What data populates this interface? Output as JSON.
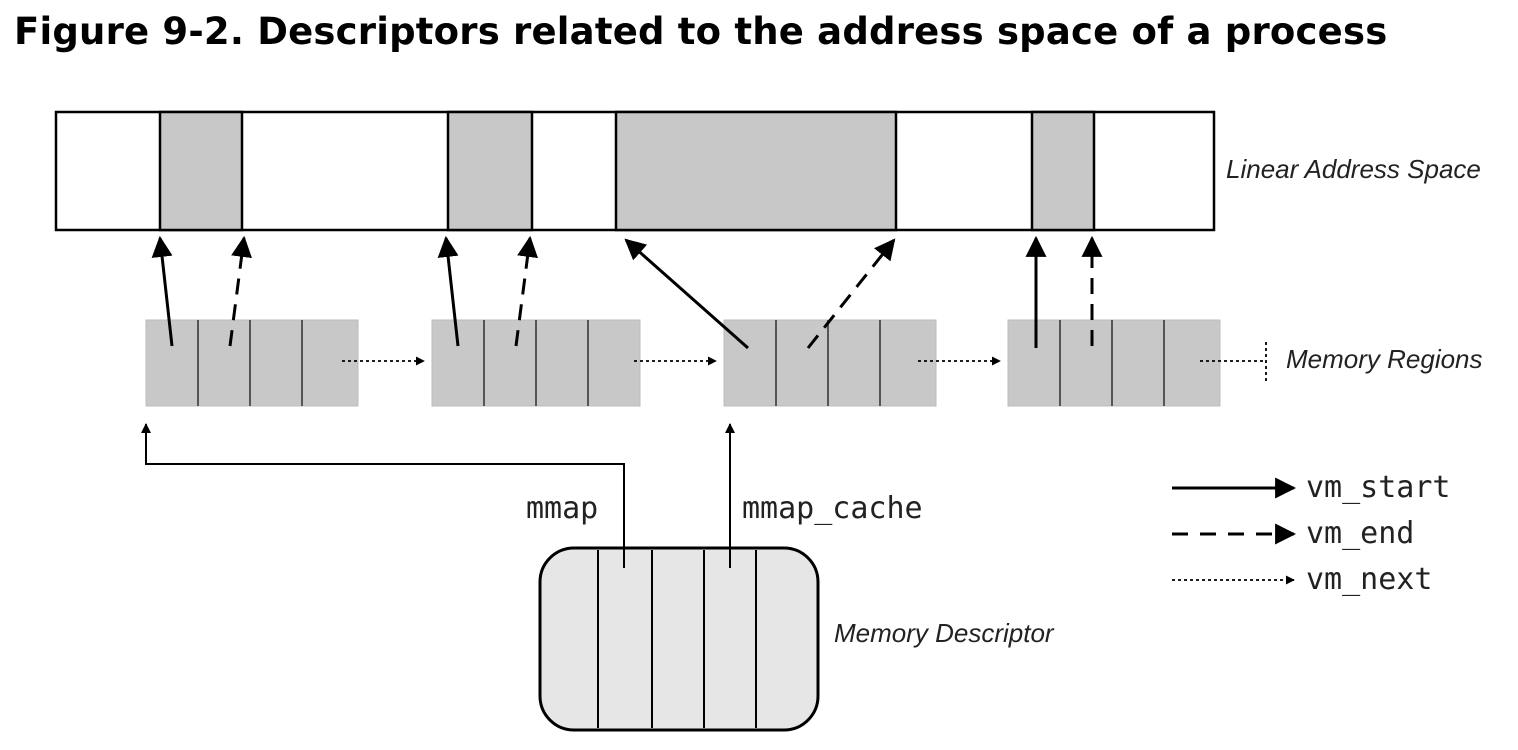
{
  "figure": {
    "title": "Figure 9-2. Descriptors related to the address space of a process"
  },
  "labels": {
    "linear_address_space": "Linear Address Space",
    "memory_regions": "Memory Regions",
    "memory_descriptor": "Memory Descriptor",
    "mmap": "mmap",
    "mmap_cache": "mmap_cache"
  },
  "legend": {
    "vm_start": "vm_start",
    "vm_end": "vm_end",
    "vm_next": "vm_next"
  },
  "colors": {
    "region_fill": "#c8c8c8",
    "descriptor_fill": "#e6e6e6",
    "stroke": "#000000"
  }
}
